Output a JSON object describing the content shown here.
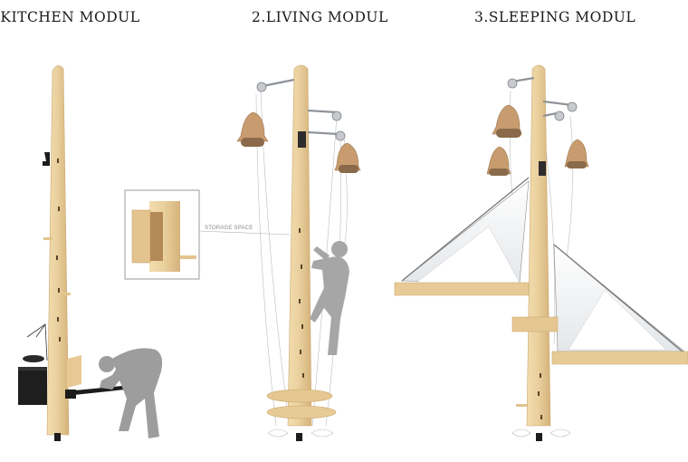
{
  "titles": {
    "kitchen": ".KITCHEN MODUL",
    "living": "2.LIVING MODUL",
    "sleeping": "3.SLEEPING MODUL"
  },
  "callout": {
    "label": "STORAGE SPACE"
  },
  "colors": {
    "wood": "#e9cf9d",
    "wood_shade": "#d9b980",
    "wood_dark": "#c8a56a",
    "cable": "#b9b9b9",
    "person": "#9d9d9d",
    "bag": "#c79a6c",
    "metal": "#9ea3a8",
    "black": "#1c1c1c"
  }
}
